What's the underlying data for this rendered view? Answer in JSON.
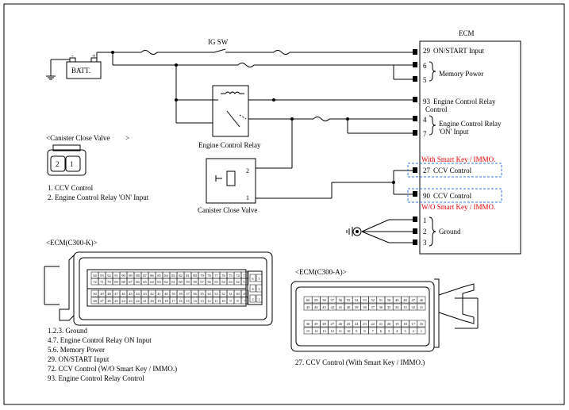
{
  "diagram": {
    "ecm_title": "ECM",
    "ig_sw": "IG SW",
    "batt": "BATT.",
    "batt_plus": "+",
    "batt_minus": "-",
    "ecm_pins": {
      "p29": "29",
      "p29_label": "ON/START Input",
      "p6": "6",
      "p5": "5",
      "memory_power": "Memory Power",
      "p93": "93",
      "p93_label1": "Engine Control Relay",
      "p93_label2": "Control",
      "p4": "4",
      "p7": "7",
      "relay_on_label1": "Engine Control Relay",
      "relay_on_label2": "'ON' Input",
      "smart_key_label": "With Smart Key / IMMO.",
      "p27": "27",
      "p27_label": "CCV Control",
      "p90": "90",
      "p90_label": "CCV Control",
      "wo_smart_key_label": "W/O Smart Key / IMMO.",
      "p1": "1",
      "p2": "2",
      "p3": "3",
      "ground": "Ground"
    },
    "relay_label": "Engine Control Relay",
    "ccv_label": "Canister Close Valve",
    "ccv_pin2": "2",
    "ccv_pin1": "1",
    "ccv_connector": {
      "title": "<Canister Close Valve",
      "title_close": ">",
      "pin2": "2",
      "pin1": "1",
      "legend": [
        "1. CCV Control",
        "2. Engine Control Relay 'ON' Input"
      ]
    },
    "c300k": {
      "title": "<ECM(C300-K)>",
      "row1": [
        "94",
        "93",
        "92",
        "91",
        "90",
        "89",
        "88",
        "87",
        "86",
        "85",
        "84",
        "83",
        "82",
        "81",
        "80",
        "79",
        "78",
        "77",
        "76",
        "75",
        "74",
        "73"
      ],
      "row2": [
        "72",
        "71",
        "70",
        "69",
        "68",
        "67",
        "66",
        "65",
        "64",
        "63",
        "62",
        "61",
        "60",
        "59",
        "58",
        "57",
        "56",
        "55",
        "54",
        "53",
        "52",
        "51"
      ],
      "row3": [
        "50",
        "49",
        "48",
        "47",
        "46",
        "45",
        "44",
        "43",
        "42",
        "41",
        "40",
        "39",
        "38",
        "37",
        "36",
        "35",
        "34",
        "33",
        "32",
        "31",
        "30",
        "29"
      ],
      "row4": [
        "28",
        "27",
        "26",
        "25",
        "24",
        "23",
        "22",
        "21",
        "20",
        "19",
        "18",
        "17",
        "16",
        "15",
        "14",
        "13",
        "12",
        "11",
        "10",
        "9",
        "8",
        "7"
      ],
      "side": [
        "6",
        "5",
        "4",
        "3",
        "2",
        "1"
      ],
      "legend": [
        "1.2.3.  Ground",
        "4.7. Engine Control Relay ON Input",
        "5.6.  Memory Power",
        "29.  ON/START Input",
        "72.  CCV Control  (W/O Smart Key / IMMO.)",
        "93.  Engine Control Relay Control"
      ]
    },
    "c300a": {
      "title": "<ECM(C300-A)>",
      "row1": [
        "60",
        "59",
        "58",
        "57",
        "56",
        "55",
        "54",
        "53",
        "52",
        "51",
        "50",
        "49",
        "48",
        "47",
        "46"
      ],
      "row2": [
        "45",
        "44",
        "43",
        "42",
        "41",
        "40",
        "39",
        "38",
        "37",
        "36",
        "35",
        "34",
        "33",
        "32",
        "31"
      ],
      "row3": [
        "30",
        "29",
        "28",
        "27",
        "26",
        "25",
        "24",
        "23",
        "22",
        "21",
        "20",
        "19",
        "18",
        "17",
        "16"
      ],
      "row4": [
        "15",
        "14",
        "13",
        "12",
        "11",
        "10",
        "9",
        "8",
        "7",
        "6",
        "5",
        "4",
        "3",
        "2",
        "1"
      ],
      "legend": "27.  CCV Control (With Smart Key / IMMO.)"
    }
  }
}
